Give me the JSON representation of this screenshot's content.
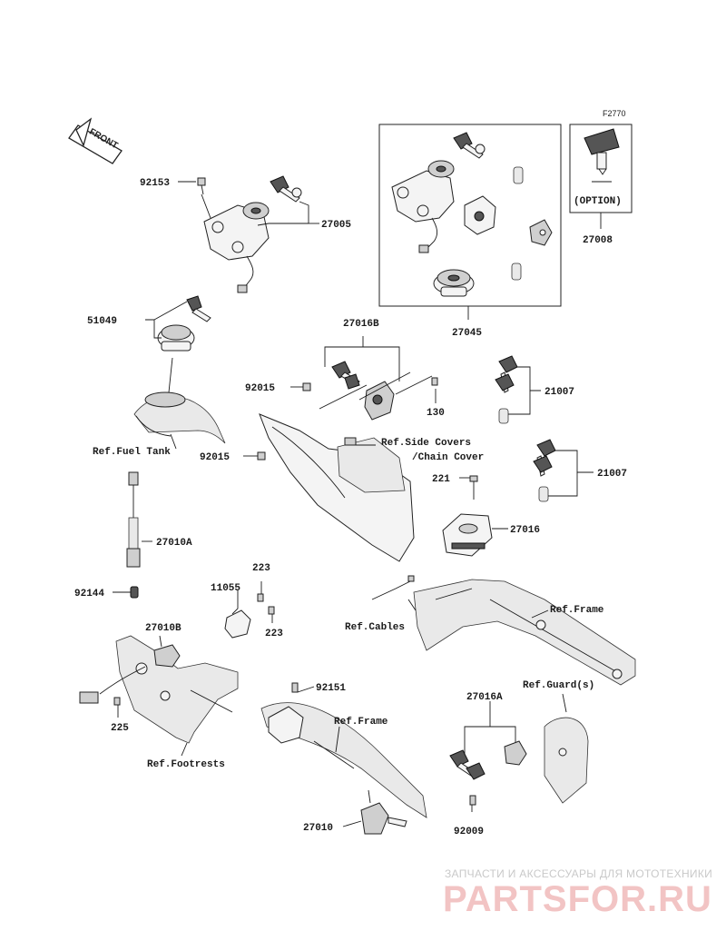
{
  "figure_code": "F2770",
  "front_label": "FRONT",
  "option_label": "(OPTION)",
  "parts": {
    "p92153": "92153",
    "p27005": "27005",
    "p27045": "27045",
    "p27008": "27008",
    "p51049": "51049",
    "p27016B": "27016B",
    "p92015a": "92015",
    "p130": "130",
    "p21007a": "21007",
    "p92015b": "92015",
    "p21007b": "21007",
    "p221": "221",
    "p27016": "27016",
    "p27010A": "27010A",
    "p223a": "223",
    "p11055": "11055",
    "p92144": "92144",
    "p27010B": "27010B",
    "p223b": "223",
    "p225": "225",
    "p92151": "92151",
    "p27016A": "27016A",
    "p27010": "27010",
    "p92009": "92009"
  },
  "refs": {
    "fuel_tank": "Ref.Fuel Tank",
    "side_covers_1": "Ref.Side Covers",
    "side_covers_2": "/Chain Cover",
    "frame_right": "Ref.Frame",
    "cables": "Ref.Cables",
    "guards": "Ref.Guard(s)",
    "frame_bottom": "Ref.Frame",
    "footrests": "Ref.Footrests"
  },
  "watermark": {
    "top": "ЗАПЧАСТИ И АКСЕССУАРЫ ДЛЯ МОТОТЕХНИКИ",
    "brand": "PARTSFOR.RU"
  }
}
